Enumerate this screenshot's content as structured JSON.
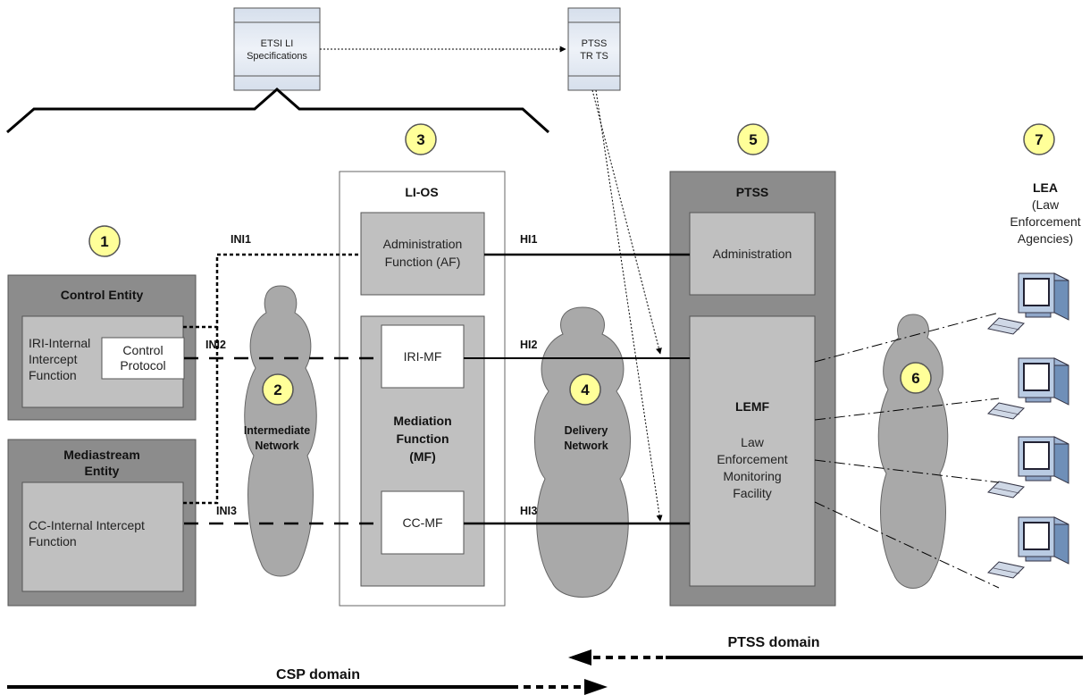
{
  "spec_boxes": {
    "etsi": [
      "ETSI LI",
      "Specifications"
    ],
    "ptss_tr": [
      "PTSS",
      "TR TS"
    ]
  },
  "markers": [
    "1",
    "2",
    "3",
    "4",
    "5",
    "6",
    "7"
  ],
  "control_entity": {
    "title": "Control Entity",
    "iri_internal": [
      "IRI-Internal",
      "Intercept",
      "Function"
    ],
    "control_protocol": [
      "Control",
      "Protocol"
    ]
  },
  "mediastream_entity": {
    "title": [
      "Mediastream",
      "Entity"
    ],
    "cc_internal": [
      "CC-Internal Intercept",
      "Function"
    ]
  },
  "intermediate_network": [
    "Intermediate",
    "Network"
  ],
  "li_os": {
    "title": "LI-OS",
    "admin_function": [
      "Administration",
      "Function (AF)"
    ],
    "iri_mf": "IRI-MF",
    "mediation_function": [
      "Mediation",
      "Function",
      "(MF)"
    ],
    "cc_mf": "CC-MF"
  },
  "delivery_network": [
    "Delivery",
    "Network"
  ],
  "ptss": {
    "title": "PTSS",
    "administration": "Administration",
    "lemf_title": "LEMF",
    "lemf_desc": [
      "Law",
      "Enforcement",
      "Monitoring",
      "Facility"
    ]
  },
  "lea": {
    "title": "LEA",
    "desc": [
      "(Law",
      "Enforcement",
      "Agencies)"
    ]
  },
  "interfaces": {
    "ini1": "INI1",
    "ini2": "INI2",
    "ini3": "INI3",
    "hi1": "HI1",
    "hi2": "HI2",
    "hi3": "HI3"
  },
  "domains": {
    "ptss": "PTSS domain",
    "csp": "CSP domain"
  }
}
